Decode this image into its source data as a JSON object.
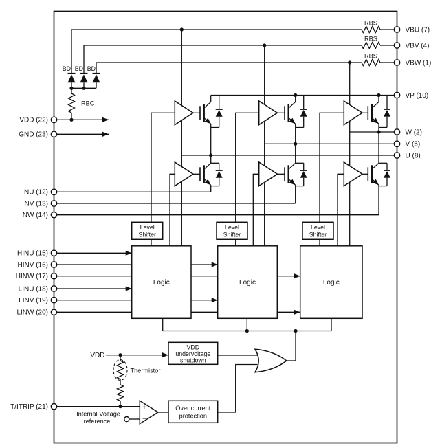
{
  "pins": {
    "left": [
      "VDD (22)",
      "GND (23)",
      "NU (12)",
      "NV (13)",
      "NW (14)",
      "HINU (15)",
      "HINV (16)",
      "HINW (17)",
      "LINU (18)",
      "LINV (19)",
      "LINW (20)",
      "T/ITRIP (21)"
    ],
    "right": [
      "VBU (7)",
      "VBV (4)",
      "VBW (1)",
      "VP (10)",
      "W (2)",
      "V (5)",
      "U (8)"
    ]
  },
  "components": {
    "boot_diode": "BD",
    "boot_resistor": "RBS",
    "rbc": "RBC",
    "level_shifter_line1": "Level",
    "level_shifter_line2": "Shifter",
    "logic": "Logic",
    "uv_line1": "VDD",
    "uv_line2": "undervoltage",
    "uv_line3": "shutdown",
    "ocp_line1": "Over current",
    "ocp_line2": "protection",
    "vdd": "VDD",
    "thermistor": "Thermistor",
    "vref_line1": "Internal Voltage",
    "vref_line2": "reference",
    "comp_plus": "+",
    "comp_minus": "−"
  },
  "colors": {
    "line": "#111111",
    "background": "#ffffff"
  }
}
